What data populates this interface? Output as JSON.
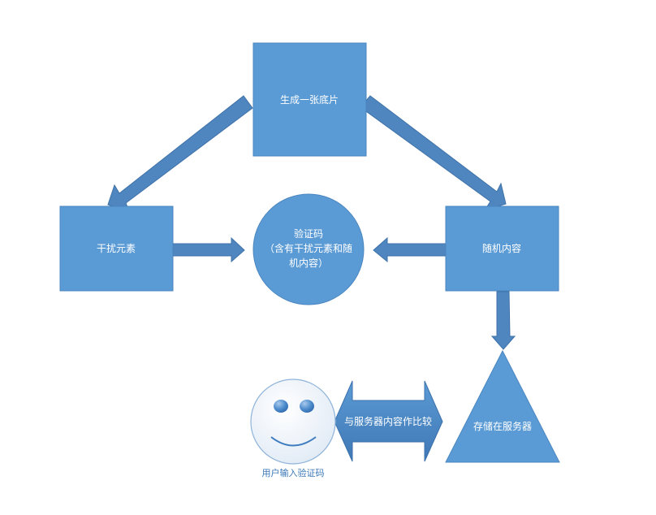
{
  "nodes": {
    "base": "生成一张底片",
    "interference": "干扰元素",
    "random": "随机内容",
    "captcha_line1": "验证码",
    "captcha_line2": "（含有干扰元素和随",
    "captcha_line3": "机内容）",
    "storage": "存储在服务器",
    "compare": "与服务器内容作比较",
    "user": "用户输入验证码"
  },
  "colors": {
    "fill": "#5b9bd5",
    "stroke": "#4a86c0",
    "arrow": "#4f86bf",
    "user_text": "#3b78b8"
  }
}
